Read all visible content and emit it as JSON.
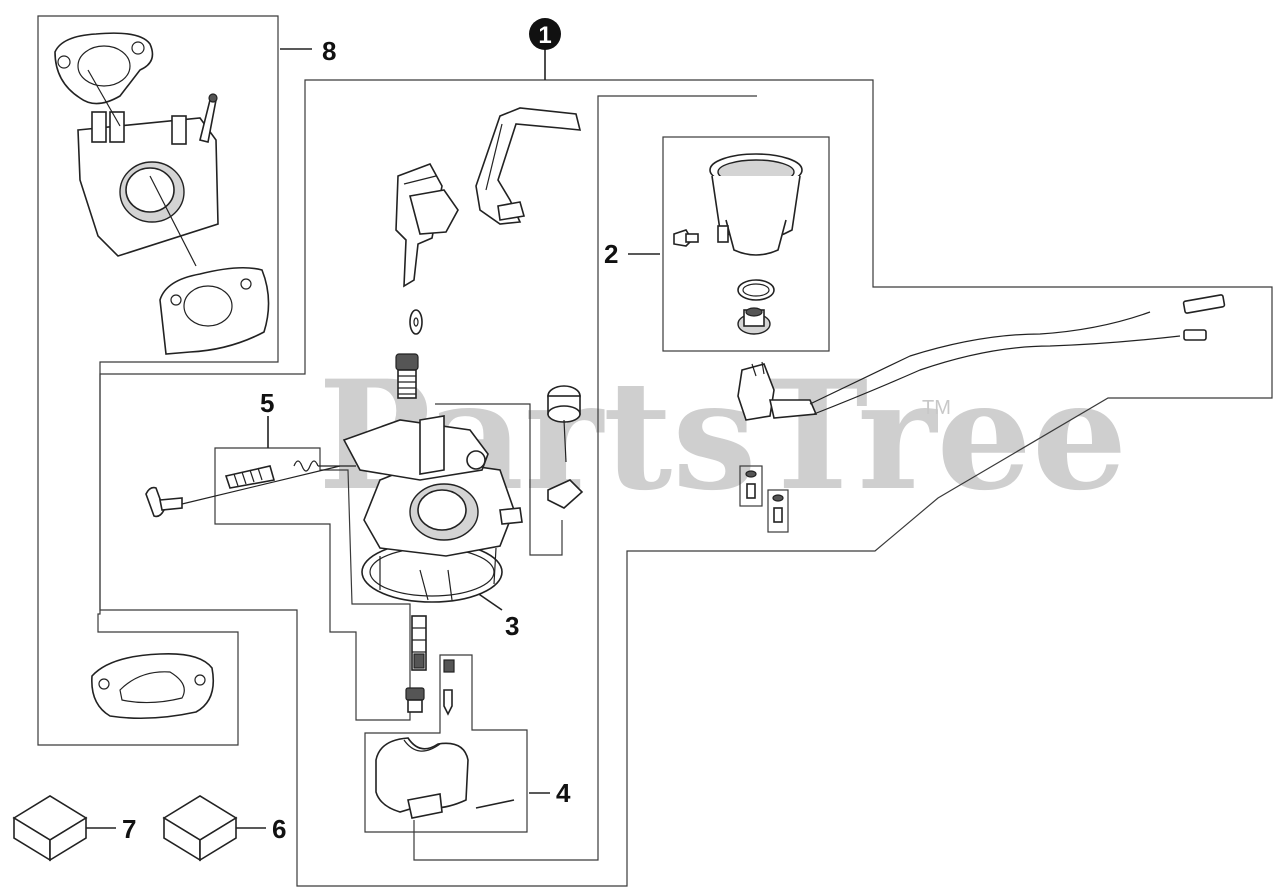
{
  "diagram": {
    "callouts": {
      "main_assembly": "1",
      "bowl_kit": "2",
      "gasket": "3",
      "float_kit": "4",
      "screw_kit": "5",
      "item_6": "6",
      "item_7": "7",
      "gasket_kit": "8"
    },
    "watermark": "PartsTree",
    "trademark": "TM",
    "colors": {
      "line": "#222222",
      "watermark": "#cfcfcf",
      "callout_badge": "#111111"
    }
  }
}
